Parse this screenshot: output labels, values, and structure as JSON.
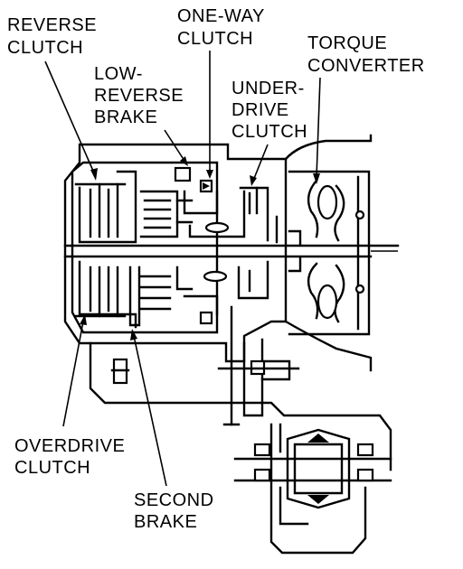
{
  "labels": {
    "reverse_clutch": [
      "REVERSE",
      "CLUTCH"
    ],
    "one_way_clutch": [
      "ONE-WAY",
      "CLUTCH"
    ],
    "torque_converter": [
      "TORQUE",
      "CONVERTER"
    ],
    "low_reverse_brake": [
      "LOW-",
      "REVERSE",
      "BRAKE"
    ],
    "underdrive_clutch": [
      "UNDER-",
      "DRIVE",
      "CLUTCH"
    ],
    "overdrive_clutch": [
      "OVERDRIVE",
      "CLUTCH"
    ],
    "second_brake": [
      "SECOND",
      "BRAKE"
    ]
  },
  "colors": {
    "ink": "#000000",
    "paper": "#ffffff"
  }
}
